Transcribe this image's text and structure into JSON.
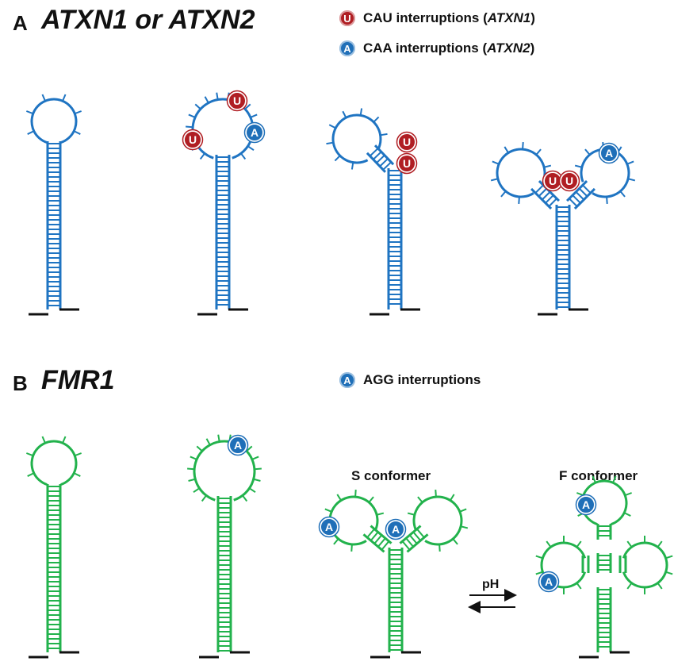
{
  "panel_a": {
    "letter": "A",
    "title": "ATXN1 or ATXN2",
    "legend": [
      {
        "glyph": "U",
        "text": "CAU interruptions (",
        "gene": "ATXN1",
        "close": ")",
        "color": "#b01e23"
      },
      {
        "glyph": "A",
        "text": "CAA interruptions (",
        "gene": "ATXN2",
        "close": ")",
        "color": "#1f6fb8"
      }
    ],
    "rna_color": "#1f74c2"
  },
  "panel_b": {
    "letter": "B",
    "title": "FMR1",
    "legend": [
      {
        "glyph": "A",
        "text": "AGG interruptions",
        "color": "#1f6fb8"
      }
    ],
    "rna_color": "#22b24c",
    "s_conformer_label": "S conformer",
    "f_conformer_label": "F conformer",
    "equilibrium_label": "pH"
  },
  "badge_colors": {
    "U": "#b01e23",
    "A": "#1f6fb8"
  }
}
